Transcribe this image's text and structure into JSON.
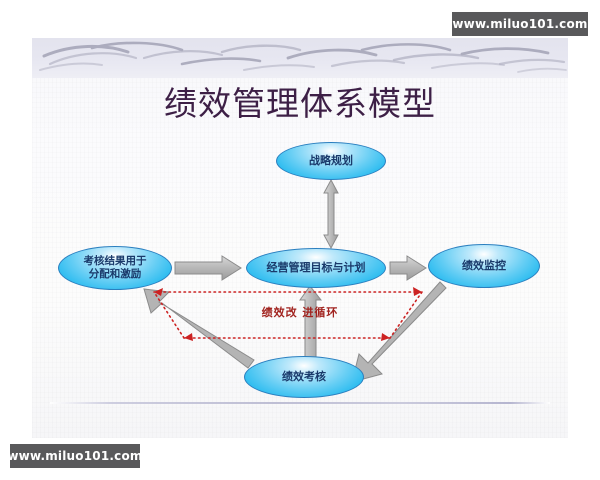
{
  "page": {
    "title_text": "绩效管理体系模型"
  },
  "watermark": {
    "top": "www.miluo101.com",
    "bottom": "www.miluo101.com"
  },
  "diagram": {
    "type": "cycle-flow",
    "nodes": [
      {
        "id": "strategic-planning",
        "label": "战略规划",
        "position": "top"
      },
      {
        "id": "business-goals-plan",
        "label": "经营管理目标与计划",
        "position": "center"
      },
      {
        "id": "results-allocation",
        "label_line1": "考核结果用于",
        "label_line2": "分配和激励",
        "position": "left"
      },
      {
        "id": "performance-monitor",
        "label": "绩效监控",
        "position": "right"
      },
      {
        "id": "performance-review",
        "label": "绩效考核",
        "position": "bottom"
      }
    ],
    "cycle_label": "绩效改  进循环",
    "connections": [
      {
        "from": "business-goals-plan",
        "to": "strategic-planning",
        "style": "double-arrow-vertical"
      },
      {
        "from": "results-allocation",
        "to": "business-goals-plan",
        "style": "arrow-right"
      },
      {
        "from": "business-goals-plan",
        "to": "performance-monitor",
        "style": "arrow-right"
      },
      {
        "from": "performance-review",
        "to": "results-allocation",
        "style": "arrow-diagonal-up-left"
      },
      {
        "from": "performance-monitor",
        "to": "performance-review",
        "style": "arrow-diagonal-down-left"
      },
      {
        "from": "performance-review",
        "to": "business-goals-plan",
        "style": "arrow-up"
      },
      {
        "from": "cycle",
        "to": "cycle",
        "style": "red-dotted-trapezoid"
      }
    ]
  },
  "colors": {
    "title": "#3d1f46",
    "node_fill": "#4fc6f0",
    "node_border": "#2b7fbf",
    "node_text": "#1a3a6b",
    "arrow_gray": "#a8a8a8",
    "cycle_red": "#a1231f",
    "watermark_bg": "#59595b",
    "band_gray": "#b9b9c9"
  }
}
